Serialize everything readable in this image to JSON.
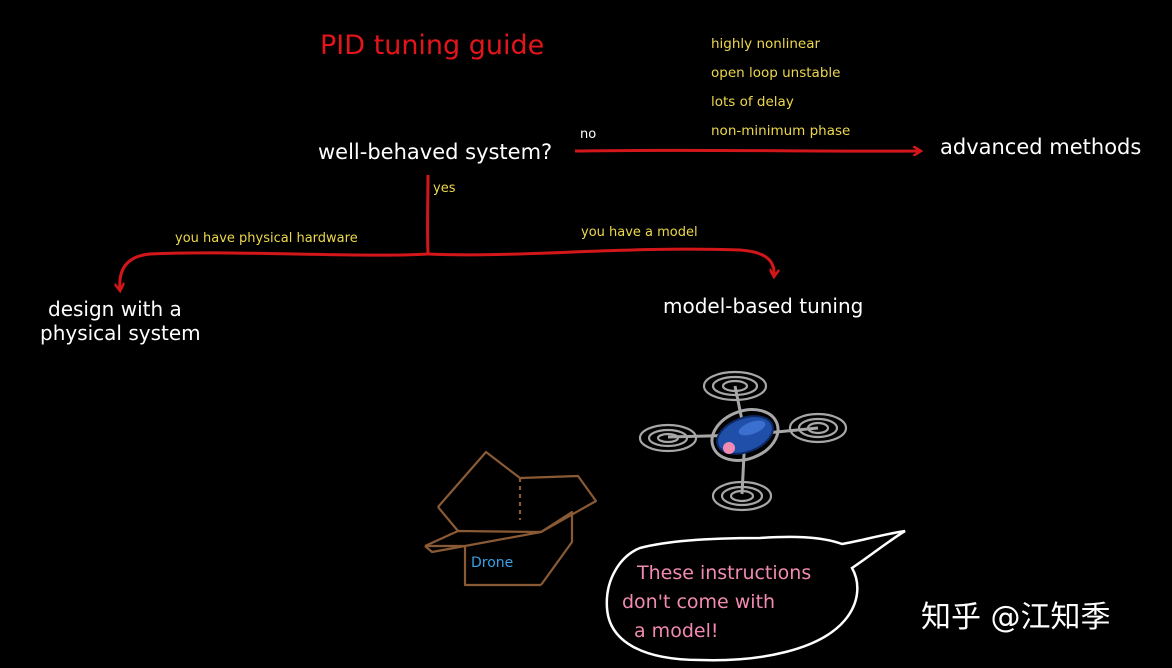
{
  "title": "PID tuning guide",
  "nodes": {
    "root": "well-behaved system?",
    "advanced": "advanced methods",
    "physical_line1": "design with a",
    "physical_line2": "physical system",
    "model_based": "model-based tuning"
  },
  "edges": {
    "no_label": "no",
    "yes_label": "yes",
    "hardware_label": "you have physical hardware",
    "model_label": "you have a model"
  },
  "conditions": [
    "highly nonlinear",
    "open loop unstable",
    "lots of delay",
    "non-minimum phase"
  ],
  "box_label": "Drone",
  "speech": {
    "line1": "These instructions",
    "line2": "don't come with",
    "line3": "a model!"
  },
  "watermark": "知乎 @江知季",
  "colors": {
    "background": "#000000",
    "title": "#e3151a",
    "arrow": "#d3161a",
    "node_text": "#ffffff",
    "edge_label": "#ecd84a",
    "speech_text": "#f28bb1",
    "box": "#8a5a35",
    "box_label": "#3aa0e8",
    "drone_body": "#1f4fa8",
    "drone_frame": "#a7a7a7"
  }
}
